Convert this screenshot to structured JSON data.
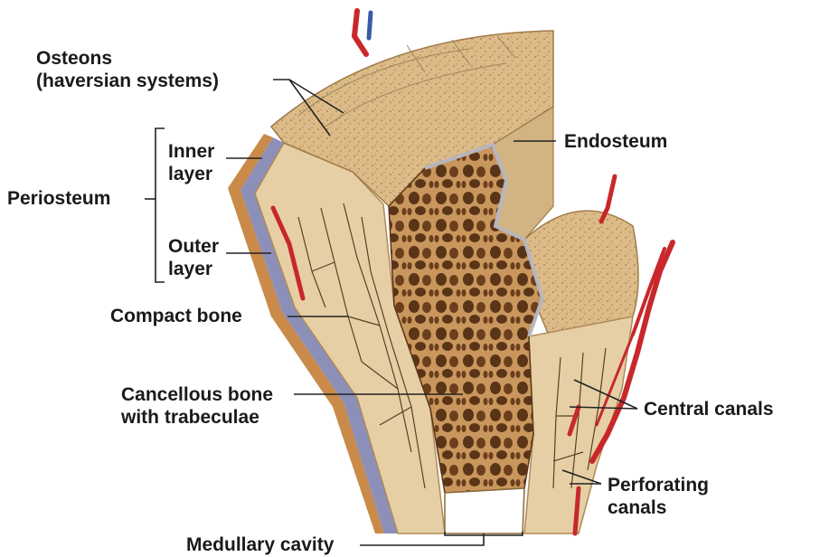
{
  "labels": {
    "osteons": {
      "line1": "Osteons",
      "line2": "(haversian systems)"
    },
    "periosteum": "Periosteum",
    "inner_layer": {
      "line1": "Inner",
      "line2": "layer"
    },
    "outer_layer": {
      "line1": "Outer",
      "line2": "layer"
    },
    "compact_bone": "Compact bone",
    "cancellous_bone": {
      "line1": "Cancellous bone",
      "line2": "with trabeculae"
    },
    "medullary_cavity": "Medullary cavity",
    "endosteum": "Endosteum",
    "central_canals": "Central canals",
    "perforating_canals": {
      "line1": "Perforating",
      "line2": "canals"
    }
  },
  "colors": {
    "compact_bone": "#e6cfa5",
    "compact_bone_dark": "#d2b482",
    "osteon_top": "#d9b784",
    "cancellous": "#8a5a2e",
    "cancellous_dark": "#5a3417",
    "periosteum_outer": "#c98a4a",
    "periosteum_inner": "#8c90b8",
    "artery": "#c8282a",
    "vein": "#3a5aa8",
    "leader": "#222222"
  }
}
